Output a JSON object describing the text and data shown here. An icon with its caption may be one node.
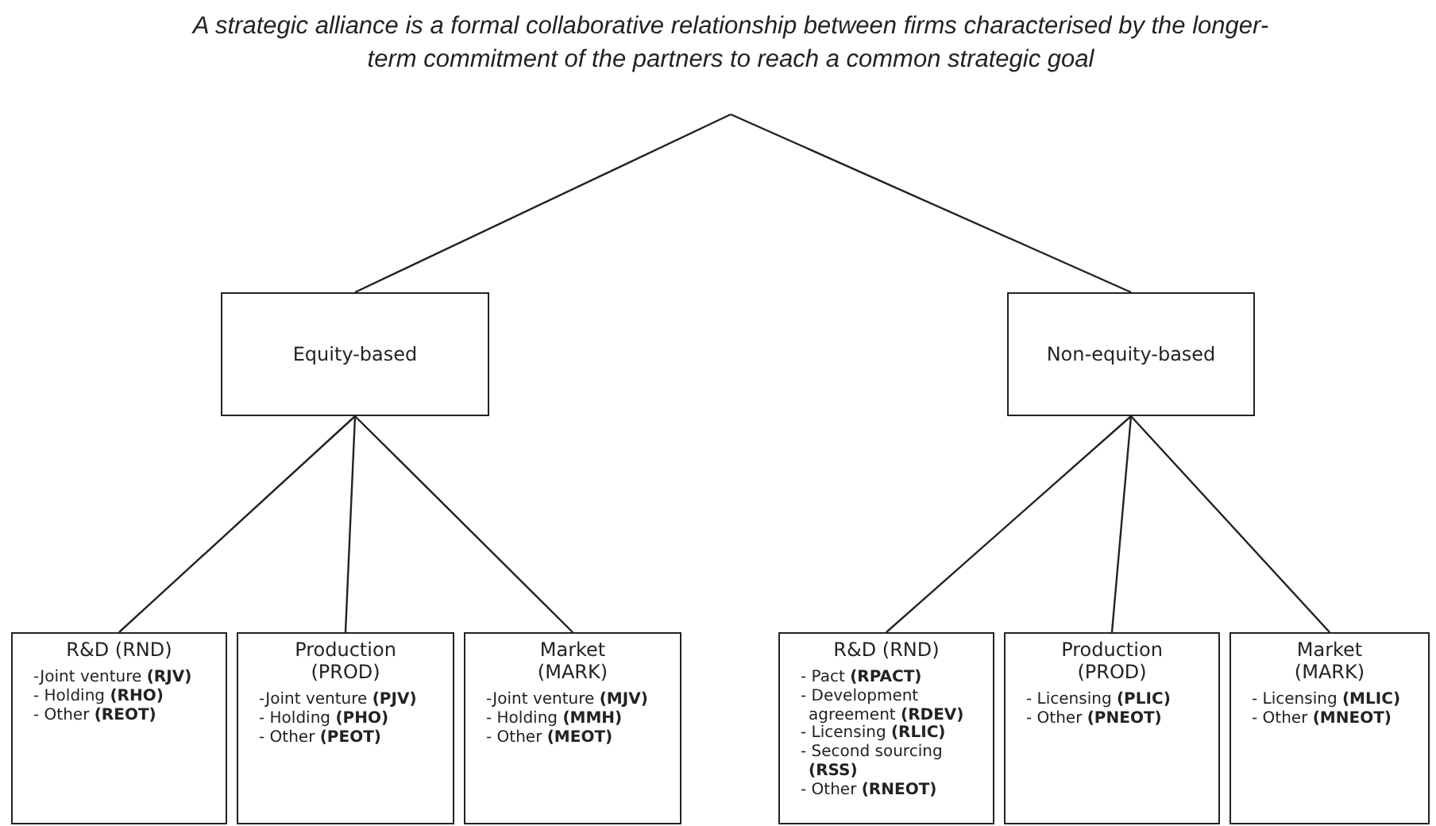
{
  "diagram": {
    "nodes": [
      {
        "text": [
          "A strategic alliance is a formal collaborative relationship between firms characterised by the longer-term commitment of the partners to reach a common strategic goal"
        ]
      },
      {
        "text": [
          "Equity-based"
        ]
      },
      {
        "text": [
          "Non-equity-based"
        ]
      },
      {
        "text": [
          "R&D (RND)",
          "-Joint venture **(RJV)**",
          "- Holding **(RHO)**",
          "- Other **(REOT)**"
        ]
      },
      {
        "text": [
          "Production (PROD)",
          "-Joint venture **(PJV)**",
          "- Holding **(PHO)**",
          "- Other **(PEOT)**"
        ]
      },
      {
        "text": [
          "Market (MARK)",
          "-Joint venture **(MJV)**",
          "- Holding **(MMH)**",
          "- Other **(MEOT)**"
        ]
      },
      {
        "text": [
          "R&D (RND)",
          "- Pact **(RPACT)**",
          "- Development agreement **(RDEV)**",
          "- Licensing **(RLIC)**",
          "- Second sourcing **(RSS)**",
          "- Other **(RNEOT)**"
        ]
      },
      {
        "text": [
          "Production (PROD)",
          "- Licensing **(PLIC)**",
          "- Other **(PNEOT)**"
        ]
      },
      {
        "text": [
          "Market (MARK)",
          "- Licensing **(MLIC)**",
          "- Other **(MNEOT)**"
        ]
      }
    ],
    "edges": [
      {
        "from": 0,
        "to": 1,
        "arrow": "none"
      },
      {
        "from": 0,
        "to": 2,
        "arrow": "none"
      },
      {
        "from": 1,
        "to": 3,
        "arrow": "none"
      },
      {
        "from": 1,
        "to": 4,
        "arrow": "none"
      },
      {
        "from": 1,
        "to": 5,
        "arrow": "none"
      },
      {
        "from": 2,
        "to": 6,
        "arrow": "none"
      },
      {
        "from": 2,
        "to": 7,
        "arrow": "none"
      },
      {
        "from": 2,
        "to": 8,
        "arrow": "none"
      }
    ]
  }
}
